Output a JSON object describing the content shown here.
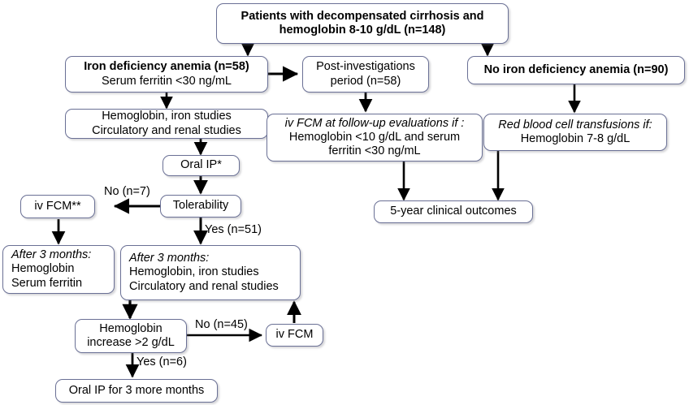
{
  "diagram": {
    "title": "Patient flow diagram for decompensated cirrhosis and anemia study",
    "accent_border_color": "#6a7095",
    "line_color": "#000000",
    "background_color": "#ffffff",
    "nodes": {
      "root": {
        "lines": [
          "Patients with decompensated cirrhosis and",
          "hemoglobin 8-10 g/dL (n=148)"
        ],
        "bold": true
      },
      "ida": {
        "lines": [
          "Iron deficiency anemia (n=58)",
          "Serum ferritin <30 ng/mL"
        ],
        "line_bold": [
          true,
          false
        ]
      },
      "post_investigations": {
        "lines": [
          "Post-investigations",
          "period (n=58)"
        ]
      },
      "no_ida": {
        "lines": [
          "No iron deficiency anemia (n=90)"
        ],
        "bold": true
      },
      "hb_iron_studies": {
        "lines": [
          "Hemoglobin, iron studies",
          "Circulatory and renal studies"
        ]
      },
      "ivfcm_followup": {
        "lines": [
          "iv FCM at follow-up evaluations if :",
          "Hemoglobin <10 g/dL and serum",
          "ferritin <30 ng/mL"
        ],
        "line_italic": [
          true,
          false,
          false
        ]
      },
      "rbc_transfusions": {
        "lines": [
          "Red blood cell transfusions if:",
          "Hemoglobin 7-8 g/dL"
        ],
        "line_italic": [
          true,
          false
        ]
      },
      "oral_ip": {
        "lines": [
          "Oral IP*"
        ]
      },
      "tolerability": {
        "lines": [
          "Tolerability"
        ]
      },
      "ivfcm_star": {
        "lines": [
          "iv FCM**"
        ]
      },
      "five_year": {
        "lines": [
          "5-year clinical outcomes"
        ]
      },
      "after3_left": {
        "lines": [
          "After 3 months:",
          "Hemoglobin",
          "Serum ferritin"
        ],
        "line_italic": [
          true,
          false,
          false
        ]
      },
      "after3_right": {
        "lines": [
          "After 3 months:",
          "Hemoglobin, iron studies",
          "Circulatory and renal studies"
        ],
        "line_italic": [
          true,
          false,
          false
        ]
      },
      "hb_increase": {
        "lines": [
          "Hemoglobin",
          "increase >2 g/dL"
        ]
      },
      "ivfcm": {
        "lines": [
          "iv FCM"
        ]
      },
      "oral_ip_3_more": {
        "lines": [
          "Oral IP for 3 more months"
        ]
      }
    },
    "edge_labels": {
      "no_n7": "No (n=7)",
      "yes_n51": "Yes (n=51)",
      "no_n45": "No (n=45)",
      "yes_n6": "Yes (n=6)"
    }
  }
}
